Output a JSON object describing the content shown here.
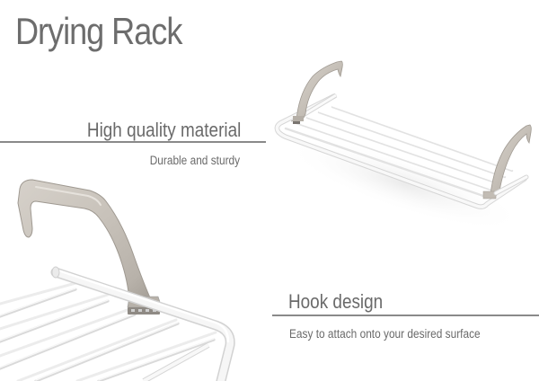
{
  "title": "Drying Rack",
  "features": [
    {
      "heading": "High quality material",
      "subtext": "Durable and sturdy"
    },
    {
      "heading": "Hook design",
      "subtext": "Easy to attach onto your desired surface"
    }
  ],
  "images": {
    "full_product": "radiator-drying-rack-full-view",
    "closeup": "drying-rack-hook-closeup"
  },
  "colors": {
    "text": "#6d6d6d",
    "divider": "#8a8a8a",
    "hook": "#c8c2ba",
    "hook_shadow": "#a39d95",
    "frame": "#f4f4f4",
    "frame_edge": "#d8d8d8"
  }
}
